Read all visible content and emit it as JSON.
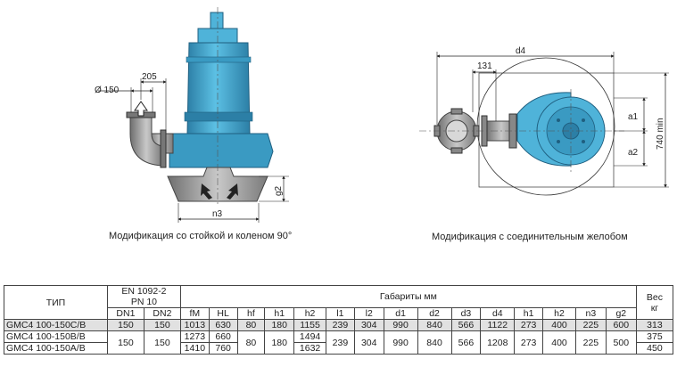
{
  "drawings": {
    "left": {
      "caption": "Модификация со стойкой и коленом 90°",
      "dims": {
        "diameter": "Ø 150",
        "offset": "205",
        "n3": "n3",
        "g2": "g2"
      }
    },
    "right": {
      "caption": "Модификация с соединительным желобом",
      "dims": {
        "d4": "d4",
        "d131": "131",
        "a1": "a1",
        "a2": "a2",
        "min740": "740 min"
      }
    },
    "colors": {
      "pump_body": "#4fb3d9",
      "pump_dark": "#2c7fa6",
      "metal": "#9a9a9a"
    }
  },
  "table": {
    "type_header": "ТИП",
    "standard": [
      "EN 1092-2",
      "PN 10"
    ],
    "dims_header": "Габариты    мм",
    "weight_header": [
      "Вес",
      "кг"
    ],
    "columns": [
      "DN1",
      "DN2",
      "fM",
      "HL",
      "hf",
      "h1",
      "h2",
      "l1",
      "l2",
      "d1",
      "d2",
      "d3",
      "d4",
      "h1",
      "h2",
      "n3",
      "g2"
    ],
    "rows": [
      {
        "type": "GMC4 100-150C/B",
        "DN1": "150",
        "DN2": "150",
        "fM": "1013",
        "HL": "630",
        "hf": "80",
        "h1": "180",
        "h2": "1155",
        "l1": "239",
        "l2": "304",
        "d1": "990",
        "d2": "840",
        "d3": "566",
        "d4": "1122",
        "h1b": "273",
        "h2b": "400",
        "n3": "225",
        "g2": "600",
        "weight": "313"
      },
      {
        "type_b": "GMC4 100-150B/B",
        "type_a": "GMC4 100-150A/B",
        "DN1": "150",
        "DN2": "150",
        "fM_b": "1273",
        "fM_a": "1410",
        "HL_b": "660",
        "HL_a": "760",
        "hf": "80",
        "h1": "180",
        "h2_b": "1494",
        "h2_a": "1632",
        "l1": "239",
        "l2": "304",
        "d1": "990",
        "d2": "840",
        "d3": "566",
        "d4": "1208",
        "h1b": "273",
        "h2b": "400",
        "n3": "225",
        "g2": "500",
        "weight_b": "375",
        "weight_a": "450"
      }
    ]
  }
}
